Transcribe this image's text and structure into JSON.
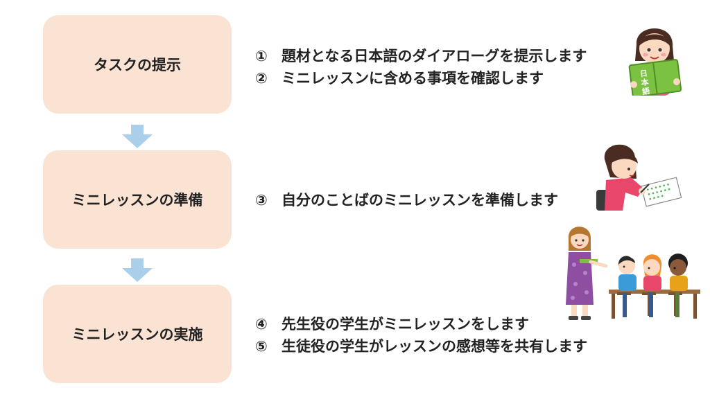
{
  "steps": [
    {
      "label": "タスクの提示"
    },
    {
      "label": "ミニレッスンの準備"
    },
    {
      "label": "ミニレッスンの実施"
    }
  ],
  "items": [
    {
      "num": "①",
      "text": "題材となる日本語のダイアローグを提示します"
    },
    {
      "num": "②",
      "text": "ミニレッスンに含める事項を確認します"
    },
    {
      "num": "③",
      "text": "自分のことばのミニレッスンを準備します"
    },
    {
      "num": "④",
      "text": "先生役の学生がミニレッスンをします"
    },
    {
      "num": "⑤",
      "text": "生徒役の学生がレッスンの感想等を共有します"
    }
  ],
  "book_cover_text": "日本語",
  "colors": {
    "box_fill": "#fbe3d4",
    "arrow": "#a9cfea",
    "text": "#222222"
  },
  "icons": [
    "down-arrow-icon",
    "down-arrow-icon",
    "girl-reading-book-illustration",
    "girl-writing-illustration",
    "teacher-and-students-illustration"
  ]
}
